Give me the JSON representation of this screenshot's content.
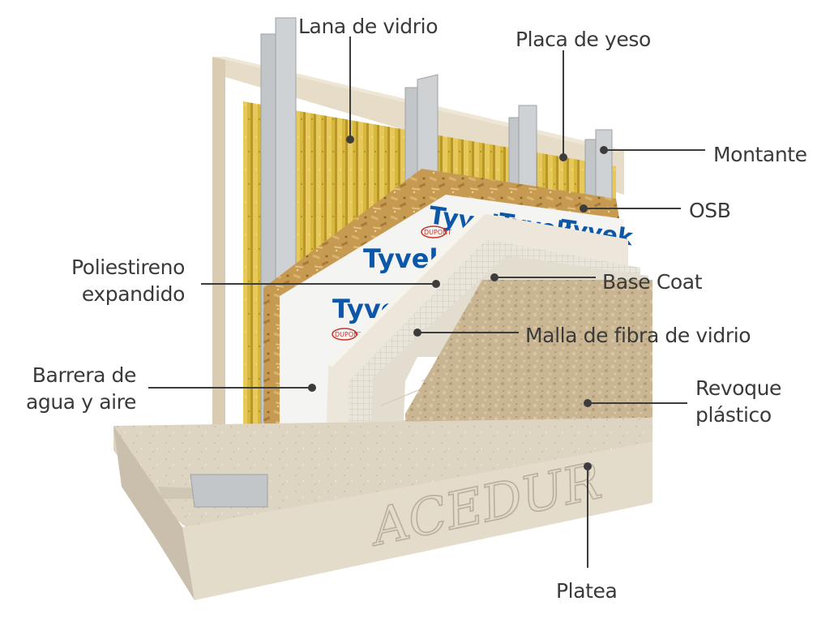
{
  "diagram": {
    "watermark": "ACEDUR",
    "brand_text": "Tyvek",
    "brand_logo": "DUPONT",
    "labels": {
      "lana": "Lana de vidrio",
      "placa": "Placa de yeso",
      "montante": "Montante",
      "osb": "OSB",
      "poli_1": "Poliestireno",
      "poli_2": "expandido",
      "basecoat": "Base Coat",
      "malla": "Malla de fibra de vidrio",
      "barrera_1": "Barrera de",
      "barrera_2": "agua y aire",
      "revoque_1": "Revoque",
      "revoque_2": "plástico",
      "platea": "Platea"
    }
  },
  "colors": {
    "leader": "#3c3c3c",
    "label_text": "#3a3a3a",
    "insulation": "#d8b83c",
    "osb": "#c79a52",
    "concrete": "#ddd4c2",
    "eps": "#ece7da",
    "stucco": "#c9b592",
    "steel": "#c3c6c8",
    "tyvek_blue": "#0d57a8"
  }
}
